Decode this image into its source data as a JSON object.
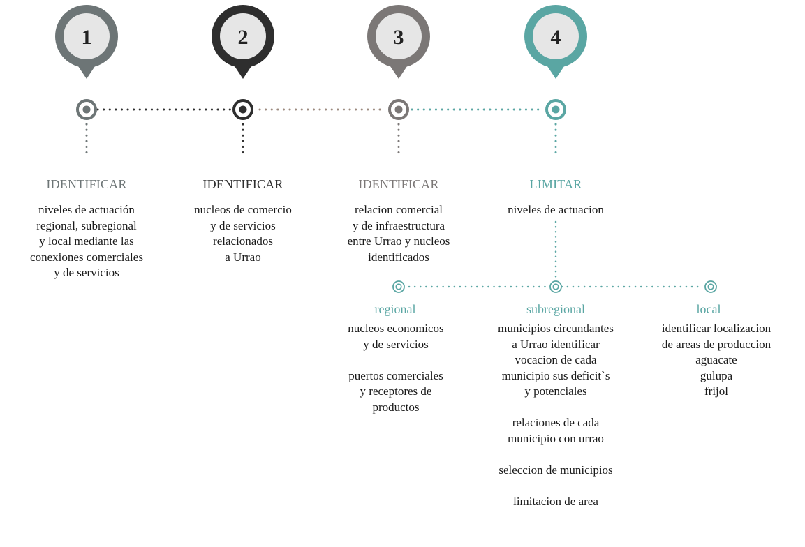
{
  "colors": {
    "step1": "#6d7576",
    "step2": "#2e2e2e",
    "step3": "#7b7776",
    "step4": "#5aa6a3",
    "pin_inner": "#e6e6e6"
  },
  "steps": [
    {
      "number": "1",
      "heading": "IDENTIFICAR",
      "text": "niveles de actuación\nregional, subregional\ny local mediante las\nconexiones comerciales\ny de servicios"
    },
    {
      "number": "2",
      "heading": "IDENTIFICAR",
      "text": "nucleos de comercio\ny de servicios\nrelacionados\na Urrao"
    },
    {
      "number": "3",
      "heading": "IDENTIFICAR",
      "text": "relacion comercial\ny de infraestructura\nentre Urrao y nucleos\nidentificados"
    },
    {
      "number": "4",
      "heading": "LIMITAR",
      "text": "niveles de actuacion"
    }
  ],
  "levels": [
    {
      "heading": "regional",
      "text": "nucleos economicos\ny de servicios\n\npuertos comerciales\ny receptores de\nproductos"
    },
    {
      "heading": "subregional",
      "text": "municipios circundantes\na Urrao identificar\nvocacion de cada\nmunicipio sus deficit`s\ny potenciales\n\nrelaciones de cada\nmunicipio con urrao\n\nseleccion de municipios\n\nlimitacion de area"
    },
    {
      "heading": "local",
      "text": "identificar localizacion\nde areas de produccion\naguacate\ngulupa\nfrijol"
    }
  ]
}
